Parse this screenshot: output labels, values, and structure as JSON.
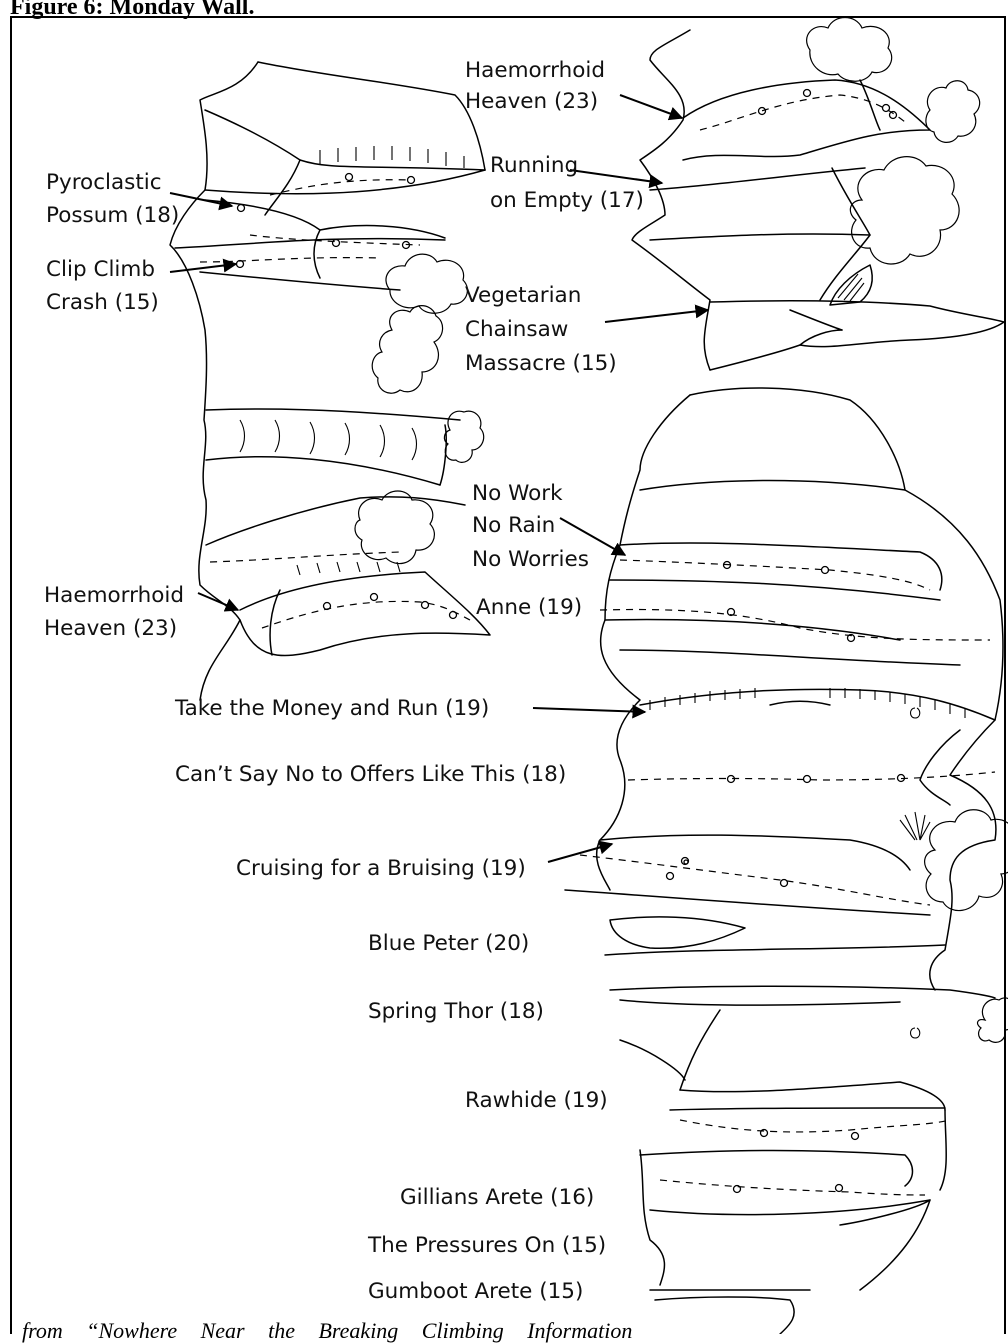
{
  "figure": {
    "caption": "Figure 6: Monday Wall.",
    "footer": "from “Nowhere Near the Breaking Climbing Information"
  },
  "labels": {
    "haemorrhoid_top": [
      "Haemorrhoid",
      "Heaven (23)"
    ],
    "running_on_empty": [
      "Running",
      "on Empty (17)"
    ],
    "pyroclastic_possum": [
      "Pyroclastic",
      "Possum (18)"
    ],
    "clip_climb_crash": [
      "Clip Climb",
      "Crash (15)"
    ],
    "vegetarian_chainsaw": [
      "Vegetarian",
      "Chainsaw",
      "Massacre (15)"
    ],
    "no_work": [
      "No Work",
      "No Rain",
      "No Worries"
    ],
    "haemorrhoid_left": [
      "Haemorrhoid",
      "Heaven (23)"
    ],
    "anne": "Anne (19)",
    "take_the_money": "Take the Money and Run (19)",
    "cant_say_no": "Can’t Say No to Offers Like This (18)",
    "cruising": "Cruising for a Bruising (19)",
    "blue_peter": "Blue Peter (20)",
    "spring_thor": "Spring Thor (18)",
    "rawhide": "Rawhide (19)",
    "gillians_arete": "Gillians Arete (16)",
    "the_pressures_on": "The Pressures On (15)",
    "gumboot_arete": "Gumboot Arete (15)"
  }
}
